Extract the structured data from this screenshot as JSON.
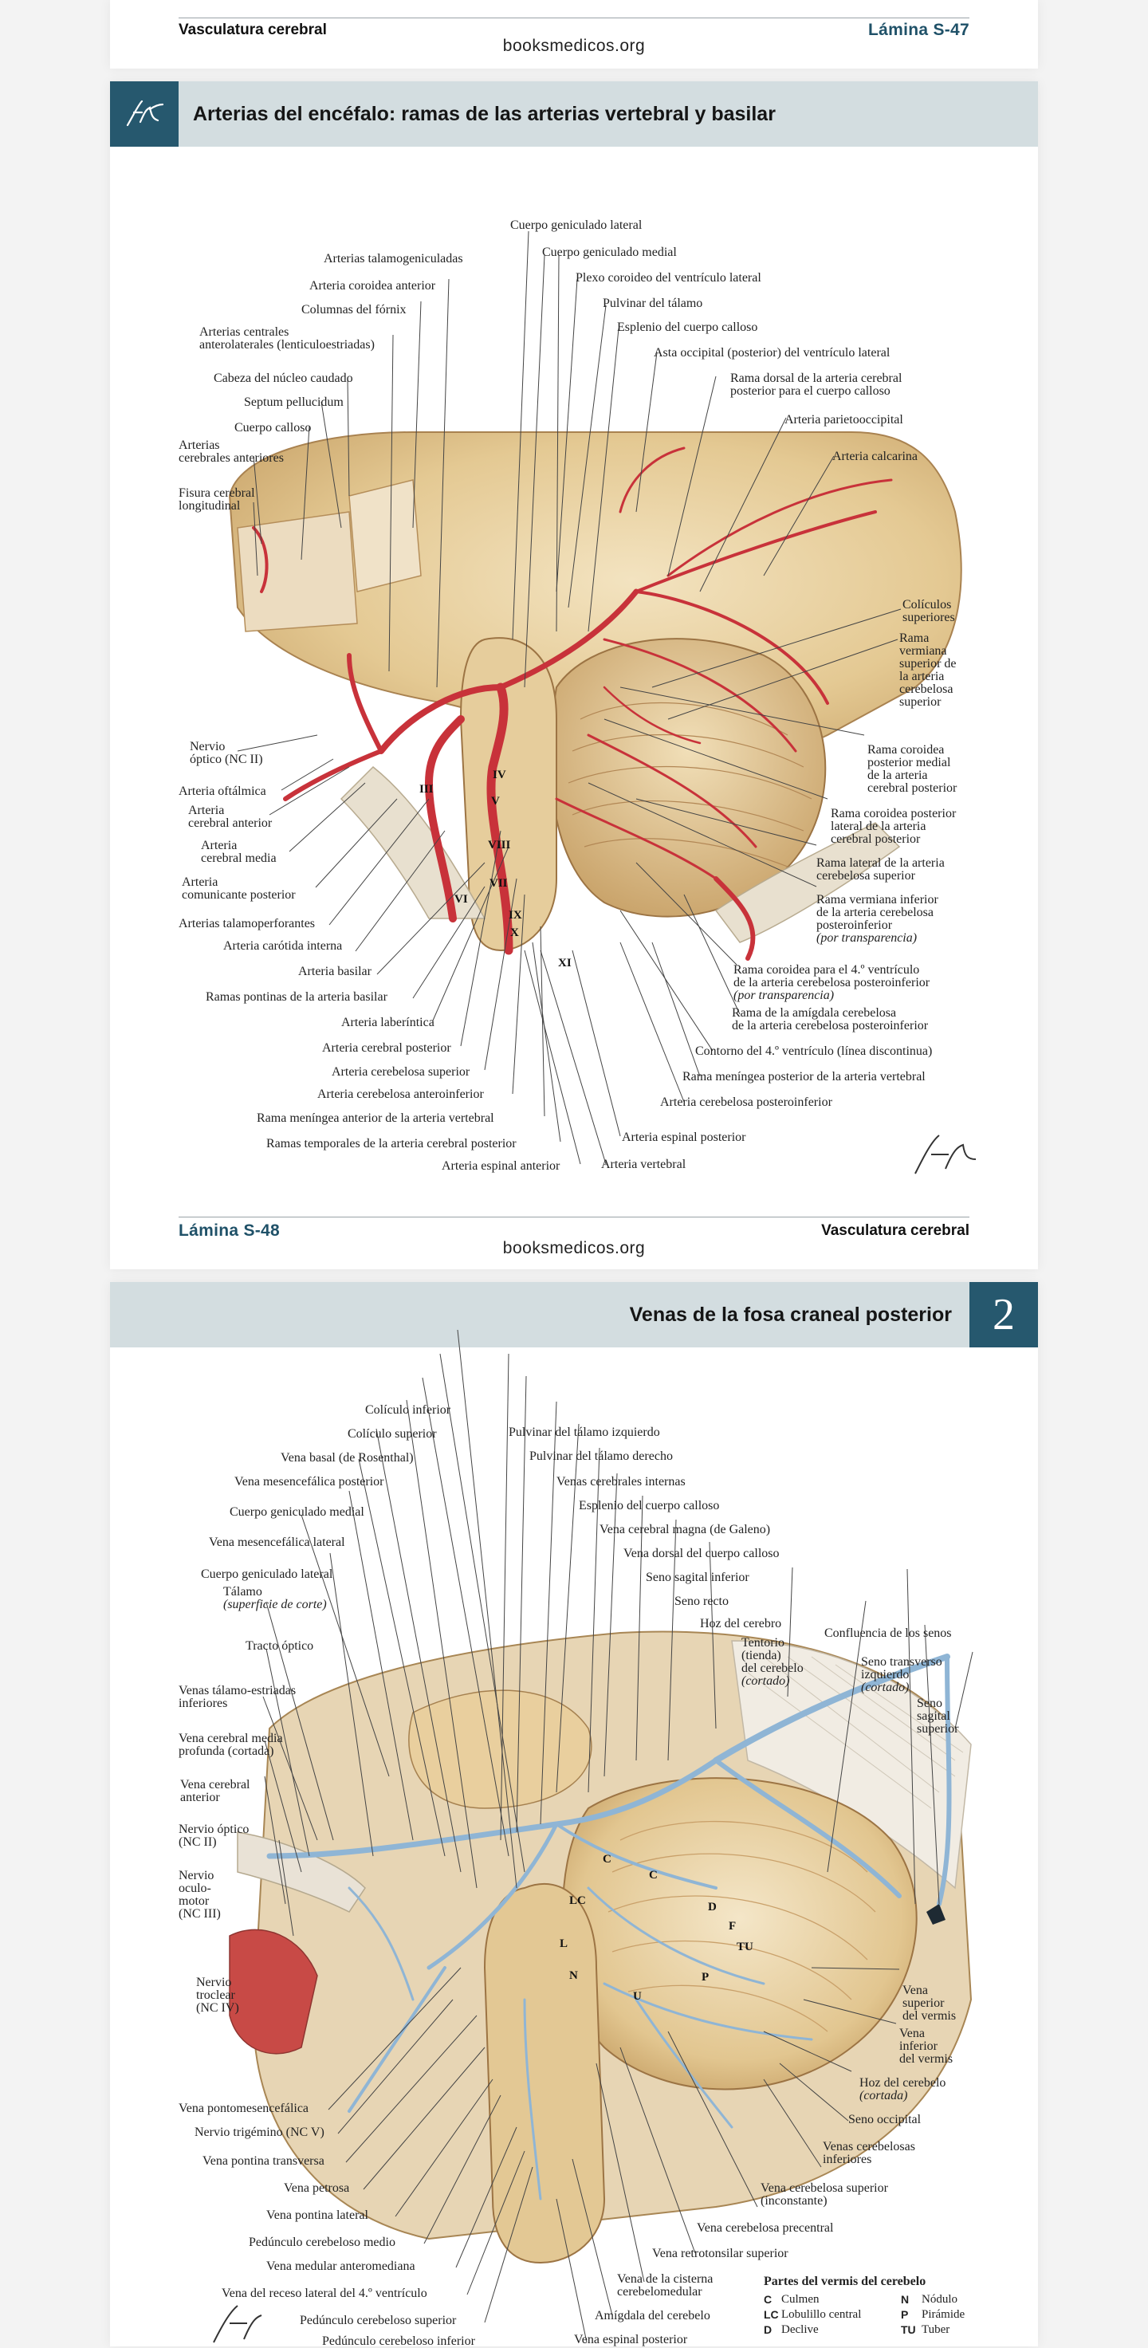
{
  "top_strip": {
    "section": "Vasculatura cerebral",
    "plate": "Lámina S-47",
    "site": "booksmedicos.org"
  },
  "plate1": {
    "badge_icon": "netter-signature-icon",
    "title": "Arterias del encéfalo: ramas de las arterias vertebral y basilar",
    "labels_top": [
      "Cuerpo geniculado lateral",
      "Arterias talamogeniculadas",
      "Cuerpo geniculado medial",
      "Arteria coroidea anterior",
      "Plexo coroideo del ventrículo lateral",
      "Columnas del fórnix",
      "Pulvinar del tálamo",
      "Arterias centrales",
      "anterolaterales (lenticuloestriadas)",
      "Esplenio del cuerpo calloso",
      "Asta occipital (posterior) del ventrículo lateral",
      "Cabeza del núcleo caudado",
      "Rama dorsal de la arteria cerebral",
      "posterior para el cuerpo calloso",
      "Septum pellucidum",
      "Arteria parietooccipital",
      "Cuerpo calloso",
      "Arterias",
      "cerebrales anteriores",
      "Arteria calcarina",
      "Fisura cerebral",
      "longitudinal"
    ],
    "labels_right": [
      "Colículos",
      "superiores",
      "Rama",
      "vermiana",
      "superior de",
      "la arteria",
      "cerebelosa",
      "superior",
      "Rama coroidea",
      "posterior medial",
      "de la arteria",
      "cerebral posterior",
      "Rama coroidea posterior",
      "lateral de la arteria",
      "cerebral posterior",
      "Rama lateral de la arteria",
      "cerebelosa superior",
      "Rama vermiana inferior",
      "de la arteria cerebelosa",
      "posteroinferior",
      "(por transparencia)",
      "Rama coroidea para el 4.º ventrículo",
      "de la arteria cerebelosa posteroinferior",
      "(por transparencia)",
      "Rama de la amígdala cerebelosa",
      "de la arteria cerebelosa posteroinferior",
      "Contorno del 4.º ventrículo (línea discontinua)",
      "Rama meníngea posterior de la arteria vertebral",
      "Arteria cerebelosa posteroinferior",
      "Arteria espinal posterior",
      "Arteria vertebral"
    ],
    "labels_left": [
      "Nervio",
      "óptico (NC II)",
      "Arteria oftálmica",
      "Arteria",
      "cerebral anterior",
      "Arteria",
      "cerebral media",
      "Arteria",
      "comunicante posterior",
      "Arterias talamoperforantes",
      "Arteria carótida interna",
      "Arteria basilar",
      "Ramas pontinas de la arteria basilar",
      "Arteria laberíntica",
      "Arteria cerebral posterior",
      "Arteria cerebelosa superior",
      "Arteria cerebelosa anteroinferior",
      "Rama meníngea anterior de la arteria vertebral",
      "Ramas temporales de la arteria cerebral posterior",
      "Arteria espinal anterior"
    ],
    "roman": [
      "III",
      "IV",
      "V",
      "VIII",
      "VII",
      "VI",
      "IX",
      "X",
      "XI"
    ],
    "footer_plate": "Lámina S-48",
    "footer_section": "Vasculatura cerebral",
    "footer_site": "booksmedicos.org"
  },
  "plate2": {
    "badge_number": "2",
    "title": "Venas de la fosa craneal posterior",
    "labels_top": [
      "Colículo inferior",
      "Colículo superior",
      "Pulvinar del tálamo izquierdo",
      "Vena basal (de Rosenthal)",
      "Pulvinar del tálamo derecho",
      "Vena mesencefálica posterior",
      "Venas cerebrales internas",
      "Esplenio del cuerpo calloso",
      "Cuerpo geniculado medial",
      "Vena cerebral magna (de Galeno)",
      "Vena mesencefálica lateral",
      "Vena dorsal del cuerpo calloso",
      "Cuerpo geniculado lateral",
      "Seno sagital inferior",
      "Tálamo",
      "(superficie de corte)",
      "Seno recto",
      "Hoz del cerebro",
      "Confluencia de los senos",
      "Tracto óptico",
      "Tentorio",
      "(tienda)",
      "del cerebelo",
      "(cortado)",
      "Seno transverso",
      "izquierdo",
      "(cortado)",
      "Venas tálamo-estriadas",
      "inferiores",
      "Seno",
      "sagital",
      "superior",
      "Vena cerebral media",
      "profunda (cortada)",
      "Vena cerebral",
      "anterior",
      "Nervio óptico",
      "(NC II)",
      "Nervio",
      "oculo-",
      "motor",
      "(NC III)",
      "Nervio",
      "troclear",
      "(NC IV)"
    ],
    "labels_right": [
      "Vena",
      "superior",
      "del vermis",
      "Vena",
      "inferior",
      "del vermis",
      "Hoz del cerebelo",
      "(cortada)",
      "Seno occipital",
      "Venas cerebelosas",
      "inferiores",
      "Vena cerebelosa superior",
      "(inconstante)",
      "Vena cerebelosa precentral",
      "Vena retrotonsilar superior",
      "Vena de la cisterna",
      "cerebelomedular",
      "Amígdala del cerebelo",
      "Vena espinal posterior"
    ],
    "labels_left": [
      "Vena pontomesencefálica",
      "Nervio trigémino (NC V)",
      "Vena pontina transversa",
      "Vena petrosa",
      "Vena pontina lateral",
      "Pedúnculo cerebeloso medio",
      "Vena medular anteromediana",
      "Vena del receso lateral del 4.º ventrículo",
      "Pedúnculo cerebeloso superior",
      "Pedúnculo cerebeloso inferior"
    ],
    "vermis_letters": [
      "C",
      "C",
      "LC",
      "D",
      "F",
      "TU",
      "P",
      "L",
      "N",
      "U"
    ],
    "legend": {
      "title": "Partes del vermis del cerebelo",
      "items": [
        [
          "C",
          "Culmen",
          "N",
          "Nódulo"
        ],
        [
          "LC",
          "Lobulillo central",
          "P",
          "Pirámide"
        ],
        [
          "D",
          "Declive",
          "TU",
          "Tuber"
        ]
      ]
    }
  }
}
